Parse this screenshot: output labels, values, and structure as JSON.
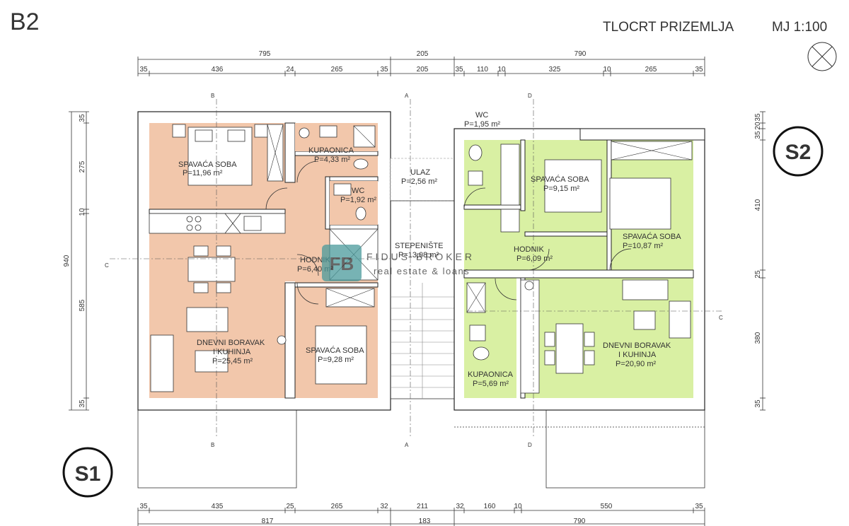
{
  "header": {
    "building": "B2",
    "title": "TLOCRT PRIZEMLJA",
    "scale": "MJ 1:100"
  },
  "unit_marks": {
    "s1": "S1",
    "s2": "S2"
  },
  "watermark": {
    "logo": "FB",
    "name": "FIDUS BROKER",
    "tagline": "real estate & loans"
  },
  "section_marks": {
    "a": "A",
    "b": "B",
    "c": "C",
    "d": "D"
  },
  "rooms": {
    "s1_bed1_name": "SPAVAĆA SOBA",
    "s1_bed1_area": "P=11,96 m²",
    "s1_bath_name": "KUPAONICA",
    "s1_bath_area": "P=4,33 m²",
    "s1_wc_name": "WC",
    "s1_wc_area": "P=1,92 m²",
    "s1_hall_name": "HODNIK",
    "s1_hall_area": "P=6,40 m²",
    "s1_living_name1": "DNEVNI BORAVAK",
    "s1_living_name2": "I KUHINJA",
    "s1_living_area": "P=25,45 m²",
    "s1_bed2_name": "SPAVAĆA SOBA",
    "s1_bed2_area": "P=9,28 m²",
    "entry_name": "ULAZ",
    "entry_area": "P=2,56 m²",
    "stairs_name": "STEPENIŠTE",
    "stairs_area": "P=13,08 m²",
    "s2_wc_name": "WC",
    "s2_wc_area": "P=1,95 m²",
    "s2_bed1_name": "SPAVAĆA SOBA",
    "s2_bed1_area": "P=9,15 m²",
    "s2_hall_name": "HODNIK",
    "s2_hall_area": "P=6,09 m²",
    "s2_bed2_name": "SPAVAĆA SOBA",
    "s2_bed2_area": "P=10,87 m²",
    "s2_living_name1": "DNEVNI BORAVAK",
    "s2_living_name2": "I KUHINJA",
    "s2_living_area": "P=20,90 m²",
    "s2_bath_name": "KUPAONICA",
    "s2_bath_area": "P=5,69 m²"
  },
  "dimensions": {
    "top_outer": [
      "795",
      "205",
      "790"
    ],
    "top_inner": [
      "35",
      "436",
      "24",
      "265",
      "35",
      "205",
      "35",
      "110",
      "10",
      "325",
      "10",
      "265",
      "35"
    ],
    "bottom_inner": [
      "35",
      "435",
      "25",
      "265",
      "32",
      "211",
      "32",
      "160",
      "10",
      "550",
      "35"
    ],
    "bottom_outer": [
      "817",
      "183",
      "790"
    ],
    "left_inner": [
      "35",
      "275",
      "10",
      "585",
      "35"
    ],
    "left_outer": [
      "940"
    ],
    "right_inner": [
      "35",
      "20",
      "35",
      "410",
      "25",
      "380",
      "35"
    ]
  },
  "colors": {
    "unit_s1_fill": "#f2c7ab",
    "unit_s2_fill": "#d9f0a3",
    "wall": "#222222"
  }
}
